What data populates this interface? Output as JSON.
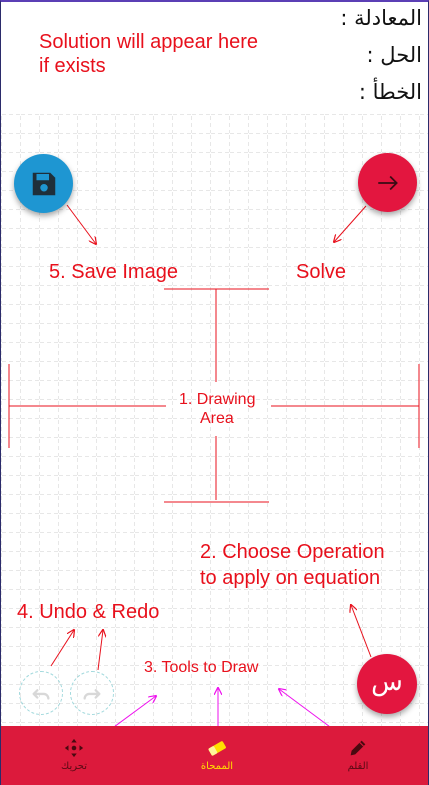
{
  "header": {
    "equation_label": "المعادلة :",
    "solution_label": "الحل :",
    "error_label": "الخطأ :"
  },
  "hints": {
    "solution_line1": "Solution will appear here",
    "solution_line2": "if exists",
    "save_image": "5. Save Image",
    "solve": "Solve",
    "drawing_area_line1": "1. Drawing",
    "drawing_area_line2": "Area",
    "choose_op_line1": "2. Choose Operation",
    "choose_op_line2": "to apply on equation",
    "undo_redo": "4. Undo & Redo",
    "tools": "3. Tools to Draw"
  },
  "fabs": {
    "operation_symbol": "س"
  },
  "toolbar": {
    "items": [
      {
        "label": "تحريك",
        "icon": "move-icon",
        "active": false
      },
      {
        "label": "الممحاة",
        "icon": "eraser-icon",
        "active": true
      },
      {
        "label": "القلم",
        "icon": "pen-icon",
        "active": false
      }
    ]
  },
  "colors": {
    "accent_red": "#e3163f",
    "save_blue": "#1e96d2",
    "bottom_bar": "#dc1a3c",
    "active_tool": "#ffe000",
    "annotation_red": "#e8101c",
    "annotation_magenta": "#ee10ee"
  }
}
